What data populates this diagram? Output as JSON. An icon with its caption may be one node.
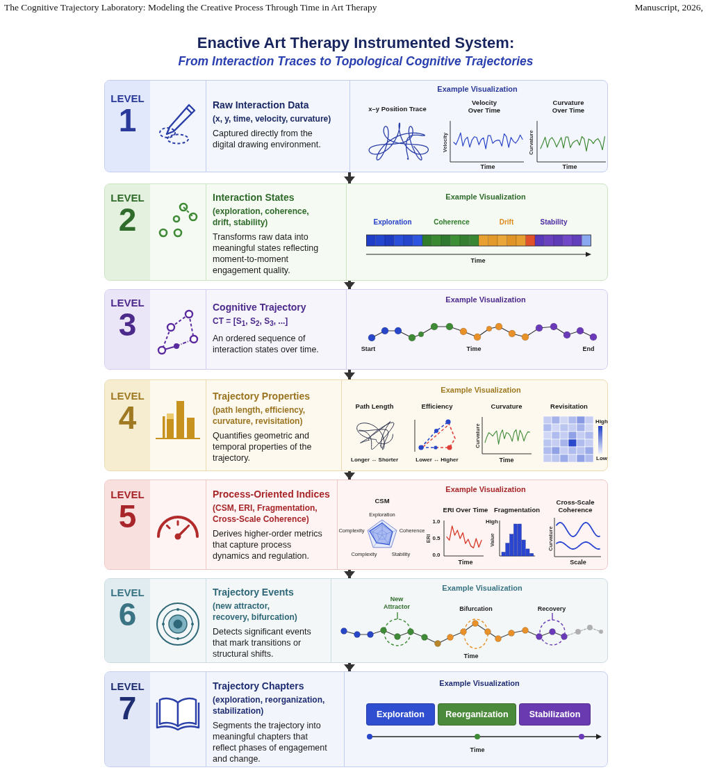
{
  "diagram": {
    "title": "Enactive Art Therapy Instrumented System:",
    "nodes": [
      {
        "text": [
          "Raw Interaction Data",
          "(x, y, time, velocity, curvature)",
          "Captured directly from the digital drawing environment."
        ]
      },
      {
        "text": [
          "LEVEL",
          "1"
        ],
        "in": 0
      },
      {
        "text": [
          "Example Visualization",
          "x–y Position Trace",
          "Velocity Over Time",
          "Velocity",
          "Time",
          "Curvature Over Time",
          "Curvature",
          "Time"
        ],
        "in": 0
      },
      {
        "text": [
          "Interaction States",
          "(exploration, coherence, drift, stability)",
          "Transforms raw data into meaningful states reflecting moment-to-moment engagement quality."
        ]
      },
      {
        "text": [
          "LEVEL",
          "2"
        ],
        "in": 3
      },
      {
        "text": [
          "Example Visualization",
          "Exploration",
          "Coherence",
          "Drift",
          "Stability",
          "Time"
        ],
        "in": 3
      },
      {
        "text": [
          "Cognitive Trajectory",
          "CT = [S$_{1}$, S$_{2}$, S$_{3}$, ...]",
          "An ordered sequence of interaction states over time."
        ]
      },
      {
        "text": [
          "LEVEL",
          "3"
        ],
        "in": 6
      },
      {
        "text": [
          "Example Visualization",
          "Start",
          "Time",
          "End"
        ],
        "in": 6
      },
      {
        "text": [
          "Trajectory Properties",
          "(path length, efficiency, curvature, revisitation)",
          "Quantifies geometric and temporal properties of the trajectory."
        ]
      },
      {
        "text": [
          "LEVEL",
          "4"
        ],
        "in": 9
      },
      {
        "text": [
          "Example Visualization",
          "Path Length",
          "Longer ↔ Shorter",
          "Efficiency",
          "Lower ↔ Higher",
          "Curvature",
          "Curvature",
          "Time",
          "Revisitation",
          "High",
          "Low"
        ],
        "in": 9
      },
      {
        "text": [
          "Process-Oriented Indices",
          "(CSM, ERI, Fragmentation, Cross-Scale Coherence)",
          "Derives higher-order metrics that capture process dynamics and regulation."
        ]
      },
      {
        "text": [
          "LEVEL",
          "5"
        ],
        "in": 12
      },
      {
        "text": [
          "Example Visualization",
          "CSM",
          "Exploration",
          "Complexity",
          "Coherence",
          "Complexity",
          "Stability",
          "ERI Over Time",
          "1.0",
          "0.5",
          "0.0",
          "ERI",
          "Time",
          "Fragmentation",
          "High",
          "Value",
          "Cross-Scale Coherence",
          "Curvature",
          "Scale"
        ],
        "in": 12
      },
      {
        "text": [
          "Trajectory Events",
          "(new attractor, recovery, bifurcation)",
          "Detects significant events that mark transitions or structural shifts."
        ]
      },
      {
        "text": [
          "LEVEL",
          "6"
        ],
        "in": 15
      },
      {
        "text": [
          "Example Visualization",
          "New Attractor",
          "Bifurcation",
          "Recovery",
          "Time"
        ],
        "in": 15
      },
      {
        "text": [
          "Trajectory Chapters",
          "(exploration, reorganization, stabilization)",
          "Segments the trajectory into meaningful chapters that reflect phases of engagement and change."
        ]
      },
      {
        "text": [
          "LEVEL",
          "7"
        ],
        "in": 18
      },
      {
        "text": [
          "Example Visualization",
          "Time"
        ],
        "in": 18
      },
      {
        "text": [
          "Exploration"
        ],
        "in": 20
      },
      {
        "text": [
          "Reorganization"
        ],
        "in": 20
      },
      {
        "text": [
          "Stabilization"
        ],
        "in": 20
      }
    ],
    "edges": [
      {
        "from": 0,
        "to": 3,
        "arrow": "to"
      },
      {
        "from": 3,
        "to": 6,
        "arrow": "to"
      },
      {
        "from": 6,
        "to": 9,
        "arrow": "to"
      },
      {
        "from": 9,
        "to": 12,
        "arrow": "to"
      },
      {
        "from": 12,
        "to": 15,
        "arrow": "to"
      },
      {
        "from": 15,
        "to": 18,
        "arrow": "to"
      }
    ],
    "labels": [
      "The Cognitive Trajectory Laboratory: Modeling the Creative Process Through Time in Art Therapy",
      "Manuscript, 2026,",
      "From Interaction Traces to Topological Cognitive Trajectories"
    ]
  }
}
